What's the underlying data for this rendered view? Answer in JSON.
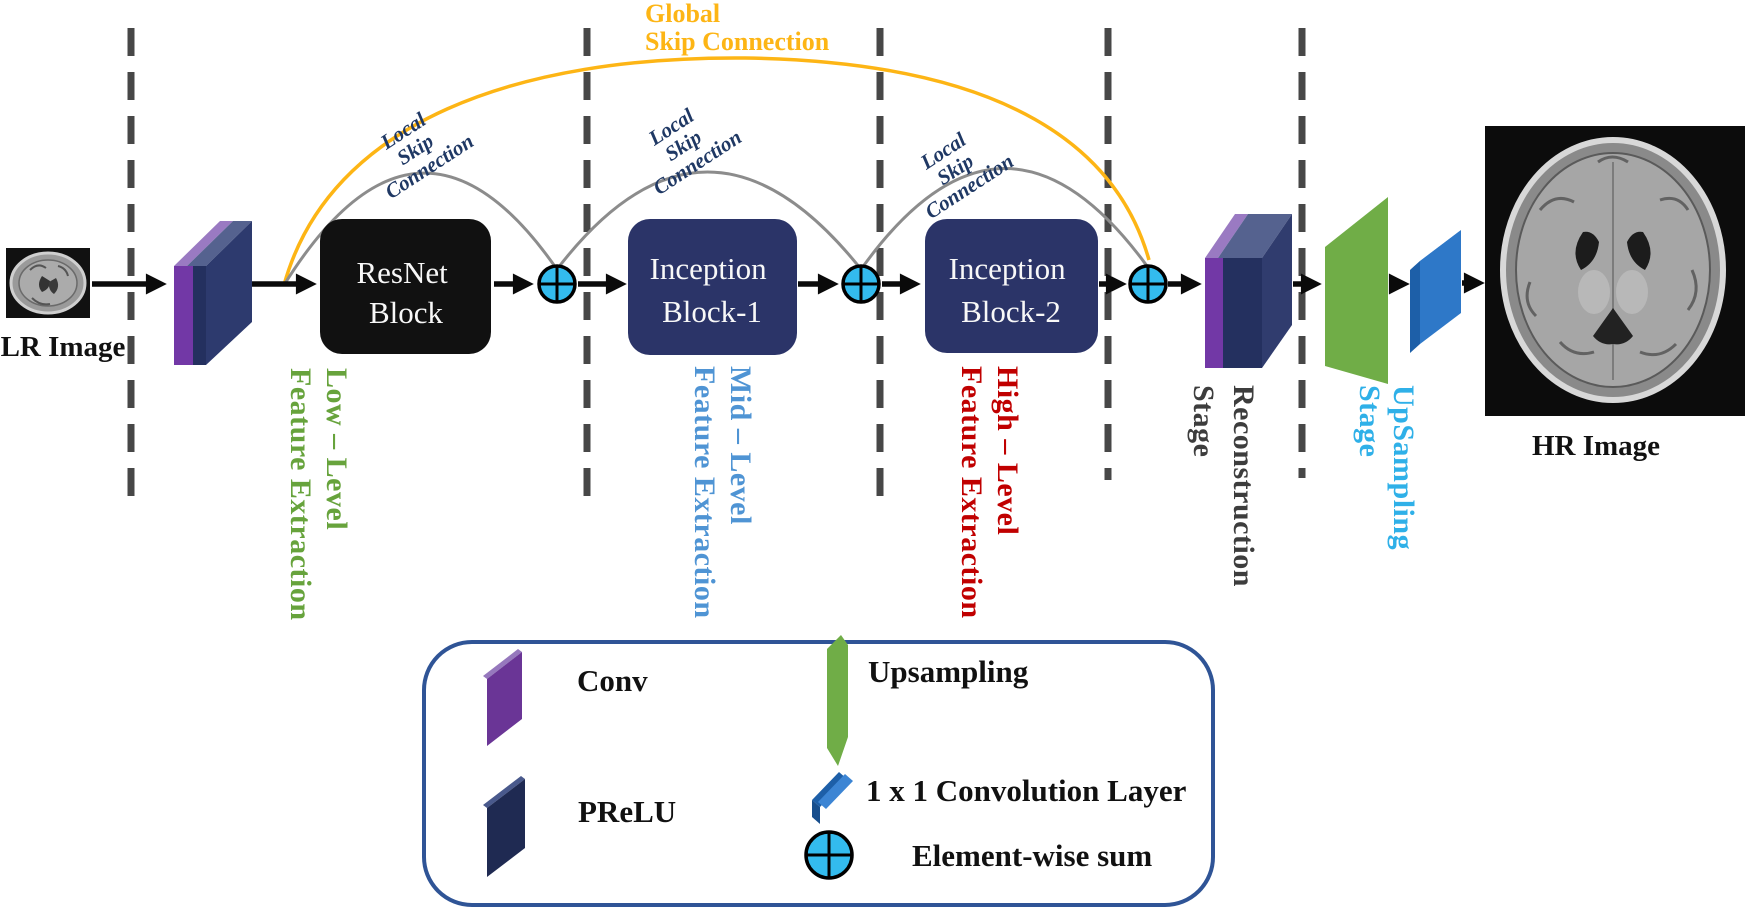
{
  "figure": {
    "lr_image_label": "LR Image",
    "hr_image_label": "HR Image"
  },
  "blocks": {
    "resnet": {
      "line1": "ResNet",
      "line2": "Block"
    },
    "inception1": {
      "line1": "Inception",
      "line2": "Block-1"
    },
    "inception2": {
      "line1": "Inception",
      "line2": "Block-2"
    }
  },
  "skip_connections": {
    "global": {
      "line1": "Global",
      "line2": "Skip Connection"
    },
    "local": {
      "line1": "Local",
      "line2": "Skip",
      "line3": "Connection"
    }
  },
  "stage_labels": {
    "low": {
      "line1": "Low – Level",
      "line2": "Feature Extraction",
      "color": "#67a33c"
    },
    "mid": {
      "line1": "Mid – Level",
      "line2": "Feature Extraction",
      "color": "#4f94d4"
    },
    "high": {
      "line1": "High – Level",
      "line2": "Feature Extraction",
      "color": "#c00000"
    },
    "reconstruction": {
      "line1": "Reconstruction",
      "line2": "Stage",
      "color": "#3d3d3d"
    },
    "upsampling": {
      "line1": "UpSampling",
      "line2": "Stage",
      "color": "#2fb0e8"
    }
  },
  "legend": {
    "conv": "Conv",
    "prelu": "PReLU",
    "upsampling": "Upsampling",
    "conv1x1": "1 x 1 Convolution Layer",
    "sum": "Element-wise sum"
  },
  "colors": {
    "global_skip": "#fdb515",
    "local_skip_text": "#1f3864",
    "skip_arc_gray": "#8c8c8c",
    "conv_purple": "#7238a6",
    "conv_purple_light": "#9a7ac2",
    "prelu_navy": "#24305f",
    "slab_side_navy": "#2d3a6e",
    "slab_top_slate": "#55628f",
    "inception_navy": "#2b3468",
    "resnet_black": "#111111",
    "upsampling_green": "#70ad47",
    "conv1x1_blue": "#2e78c8",
    "conv1x1_blue_dark": "#1d5fa8",
    "conv1x1_blue_light": "#5b96d8",
    "sum_cyan": "#33bbee",
    "legend_border": "#2f5496",
    "dashed_line": "#474747",
    "arrow_black": "#0a0a0a"
  }
}
